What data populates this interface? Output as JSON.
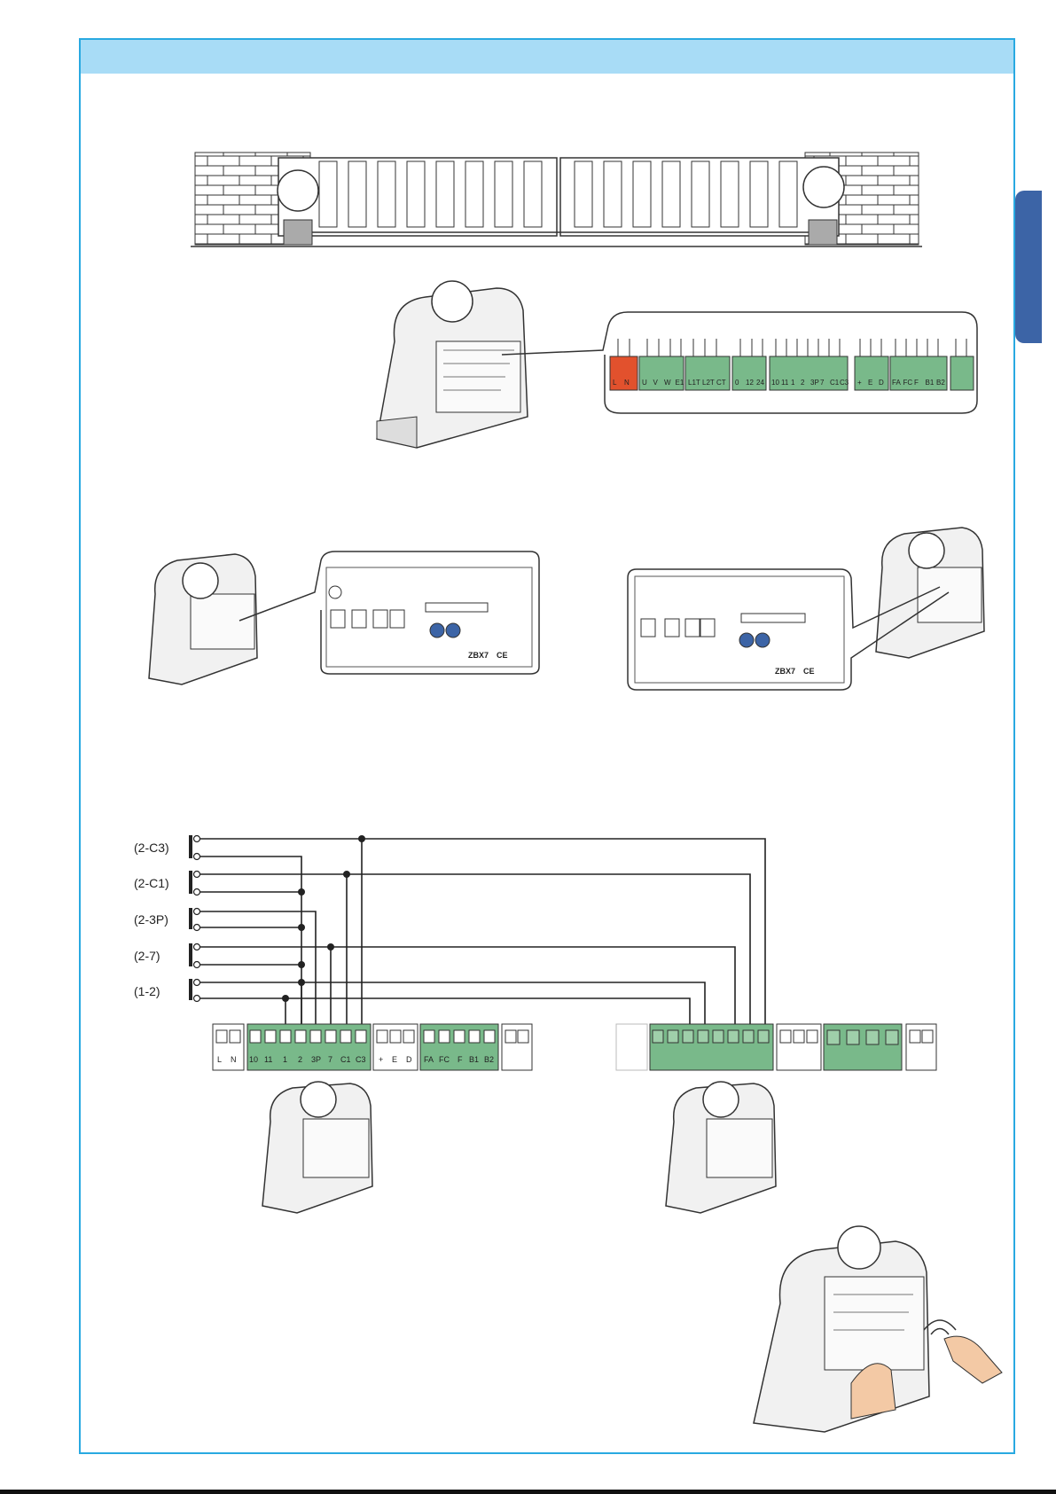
{
  "colors": {
    "accent": "#29a9e1",
    "header": "#a8dcf6",
    "tab": "#3c64a6",
    "green": "#79b98a",
    "red": "#e2512d"
  },
  "board": {
    "model": "ZBX7",
    "mark": "CE",
    "power_terms": [
      "L",
      "N"
    ],
    "motor_terms": [
      "U",
      "V",
      "W",
      "E1"
    ],
    "lamp_terms": [
      "L1T",
      "L2T",
      "CT"
    ],
    "supply_terms": [
      "0",
      "12",
      "24"
    ],
    "control_terms": [
      "10",
      "11",
      "1",
      "2",
      "3P",
      "7",
      "C1",
      "C3"
    ],
    "enc_terms": [
      "+",
      "E",
      "D"
    ],
    "limit_terms": [
      "FA",
      "FC",
      "F",
      "B1",
      "B2"
    ]
  },
  "wiring": {
    "labels": [
      "(2-C3)",
      "(2-C1)",
      "(2-3P)",
      "(2-7)",
      "(1-2)"
    ]
  }
}
